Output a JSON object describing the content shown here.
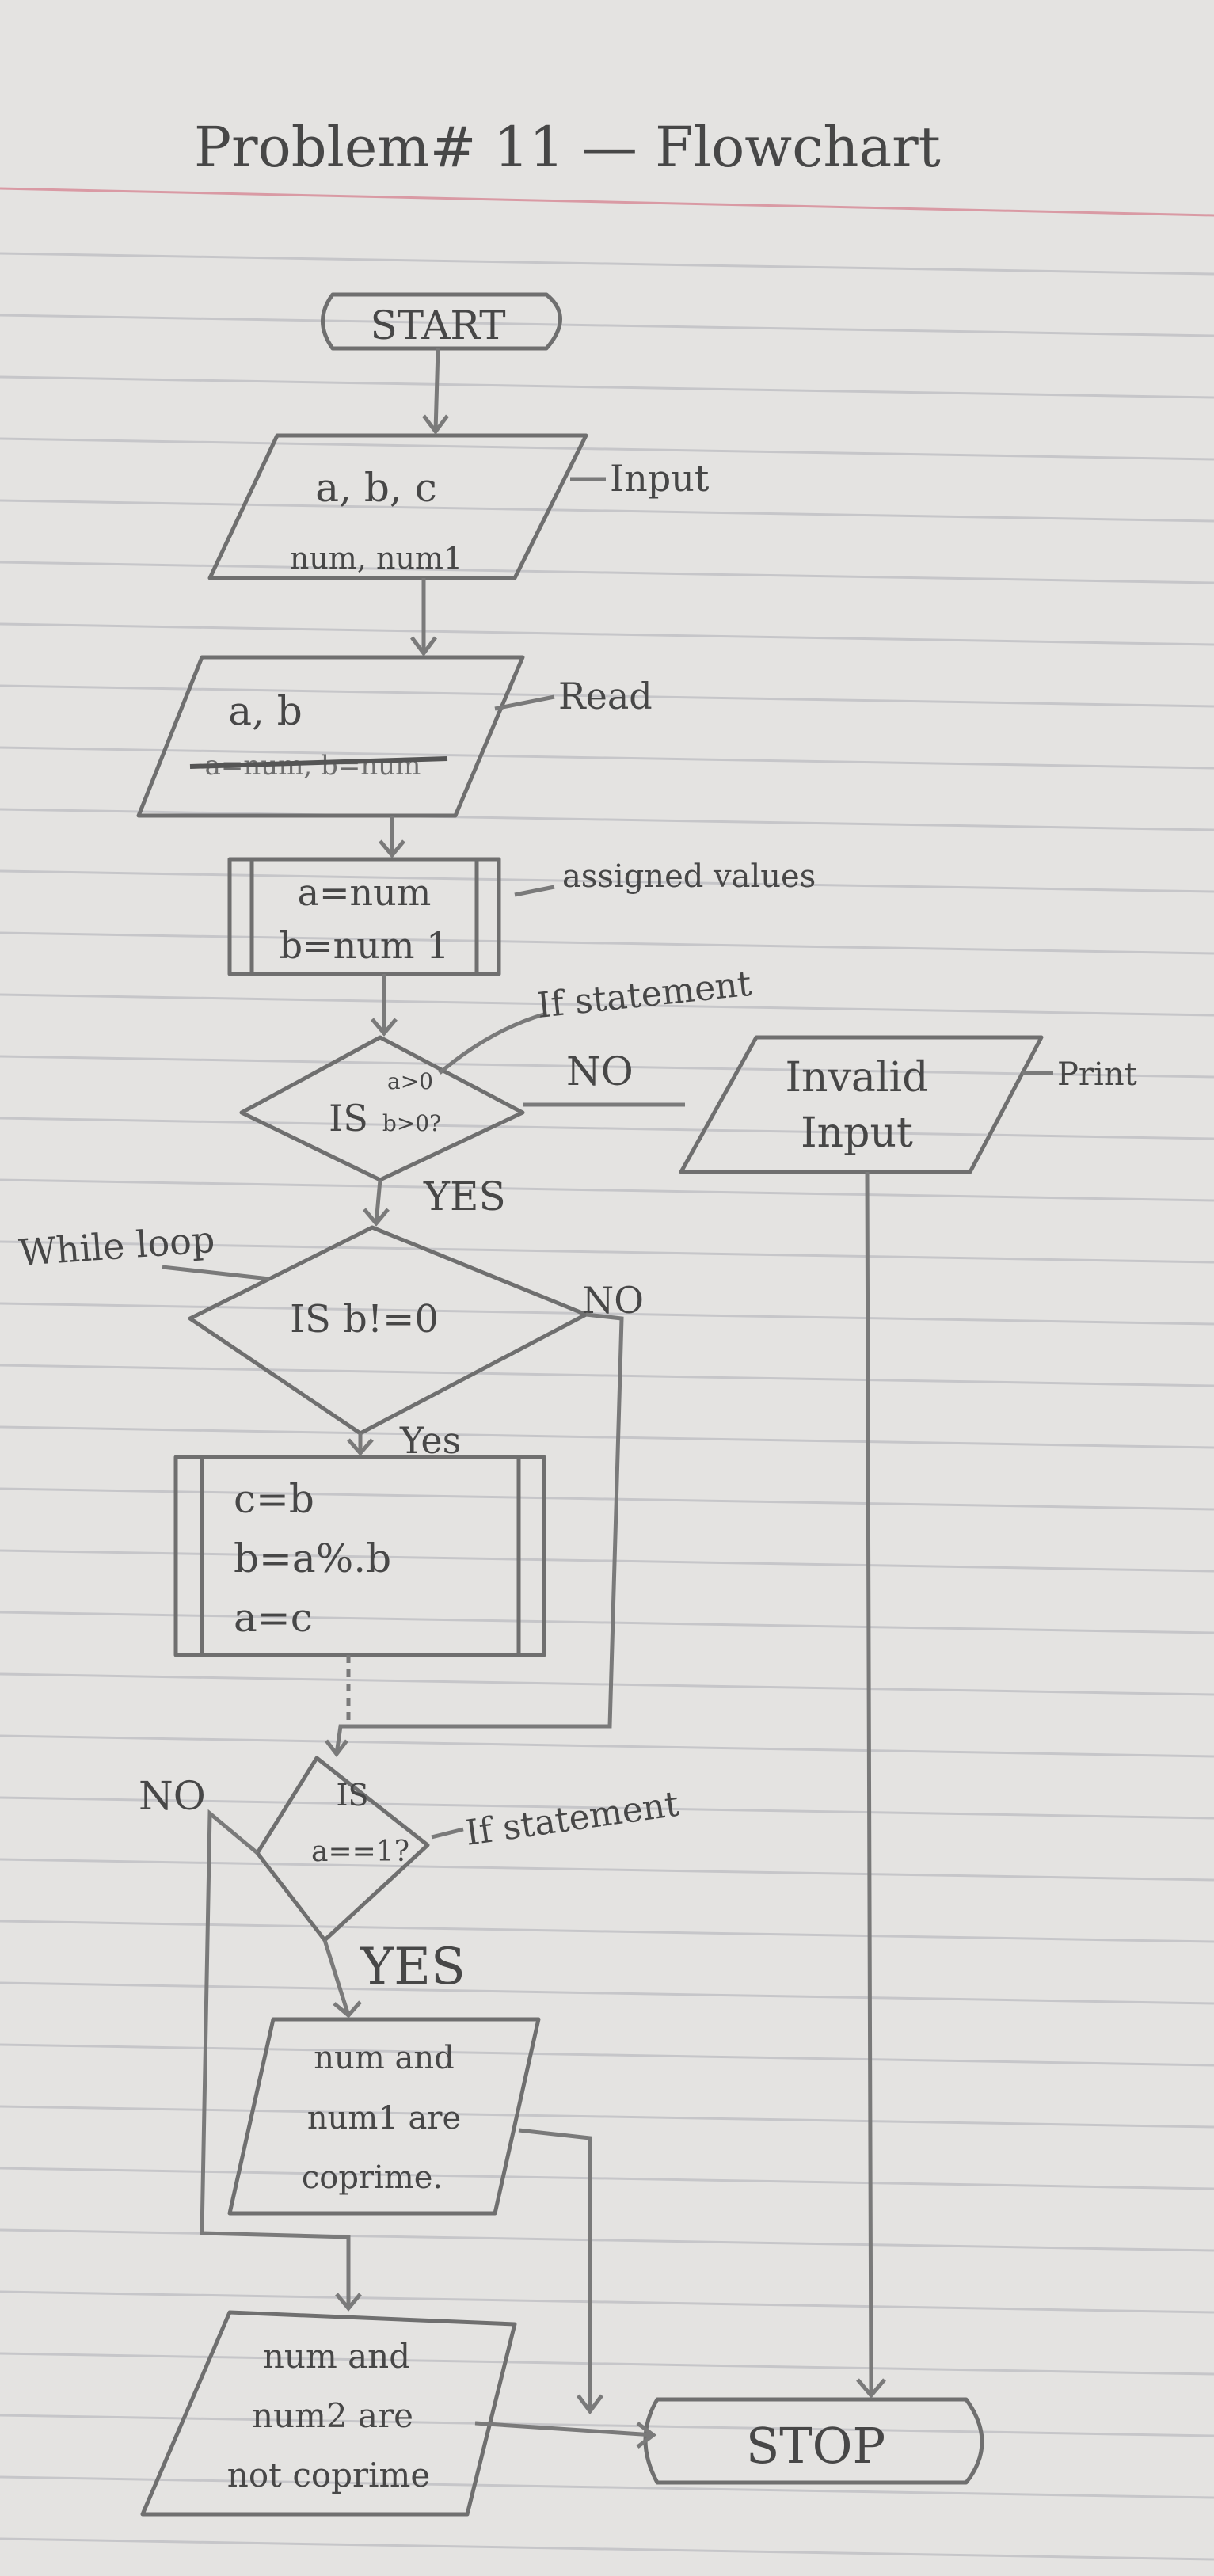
{
  "title": "Problem# 11 — Flowchart",
  "nodes": {
    "start": "START",
    "input": {
      "line1": "a, b, c",
      "line2": "num, num1",
      "note": "Input"
    },
    "read": {
      "line1": "a, b",
      "crossed": "a=num, b=num",
      "note": "Read"
    },
    "assign": {
      "line1": "a=num",
      "line2": "b=num 1",
      "note": "assigned values"
    },
    "if1": {
      "label": "IS",
      "cond1": "a>0",
      "cond2": "b>0?",
      "note": "If statement",
      "no": "NO",
      "yes": "YES"
    },
    "invalid": {
      "line1": "Invalid",
      "line2": "Input",
      "note": "Print"
    },
    "while": {
      "label": "IS b!=0",
      "note": "While loop",
      "no": "NO",
      "yes": "Yes"
    },
    "body": {
      "line1": "c=b",
      "line2": "b=a%.b",
      "line3": "a=c"
    },
    "if2": {
      "line1": "IS",
      "line2": "a==1?",
      "note": "If statement",
      "no": "NO",
      "yes": "YES"
    },
    "coprime": {
      "line1": "num and",
      "line2": "num1 are",
      "line3": "coprime."
    },
    "notcoprime": {
      "line1": "num and",
      "line2": "num2 are",
      "line3": "not coprime"
    },
    "stop": "STOP"
  }
}
